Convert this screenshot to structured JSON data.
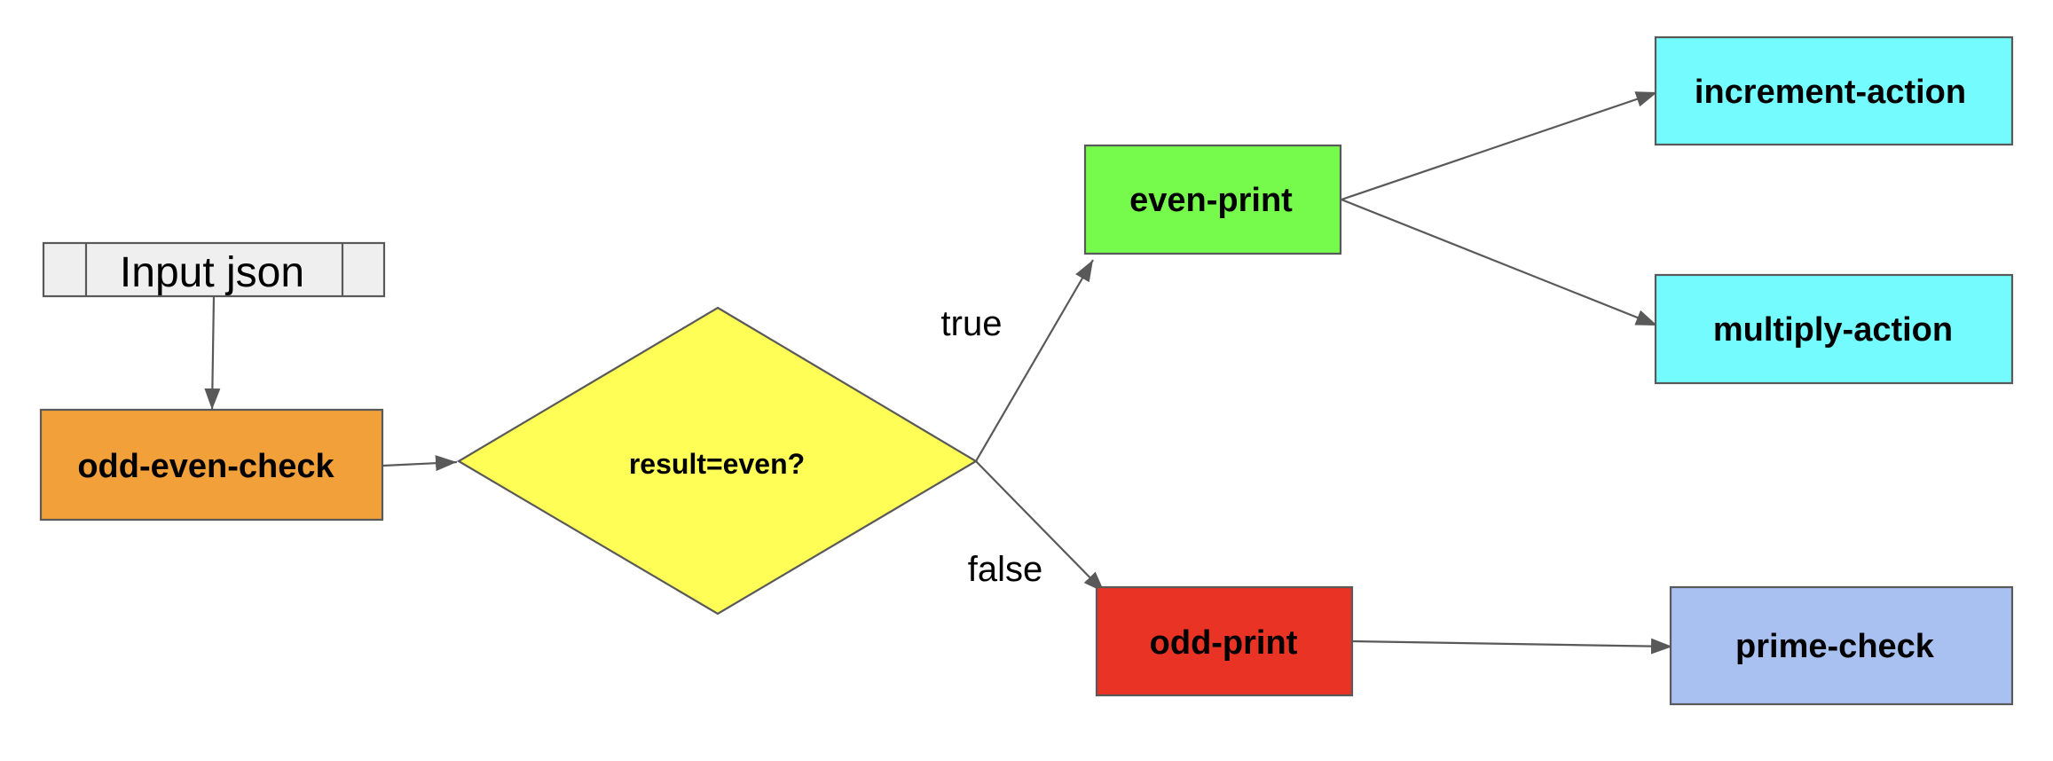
{
  "diagram": {
    "input": {
      "label": "Input json",
      "fill": "#efefef"
    },
    "nodes": {
      "odd_even_check": {
        "label": "odd-even-check",
        "fill": "#f1a03a"
      },
      "decision": {
        "label": "result=even?",
        "fill": "#fffe56"
      },
      "even_print": {
        "label": "even-print",
        "fill": "#76fa4c"
      },
      "odd_print": {
        "label": "odd-print",
        "fill": "#e83325"
      },
      "increment_action": {
        "label": "increment-action",
        "fill": "#74fbfd"
      },
      "multiply_action": {
        "label": "multiply-action",
        "fill": "#74fbfd"
      },
      "prime_check": {
        "label": "prime-check",
        "fill": "#a9c1f1"
      }
    },
    "edge_labels": {
      "true": "true",
      "false": "false"
    },
    "edge_color": "#595959"
  }
}
